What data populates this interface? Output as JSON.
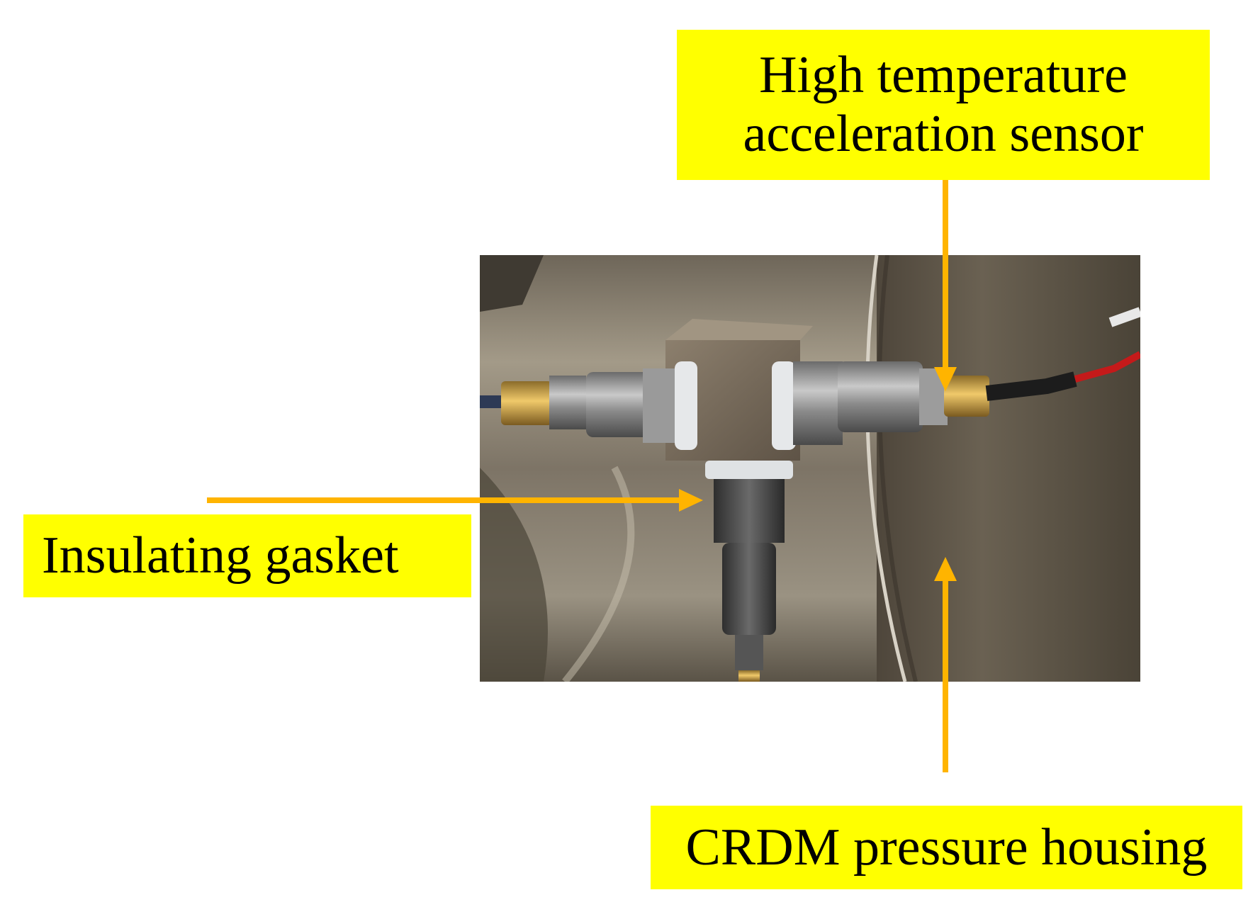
{
  "labels": {
    "sensor_line1": "High temperature",
    "sensor_line2": "acceleration sensor",
    "gasket": "Insulating gasket",
    "housing": "CRDM pressure housing"
  },
  "colors": {
    "label_background": "#ffff00",
    "arrow": "#ffb400"
  }
}
